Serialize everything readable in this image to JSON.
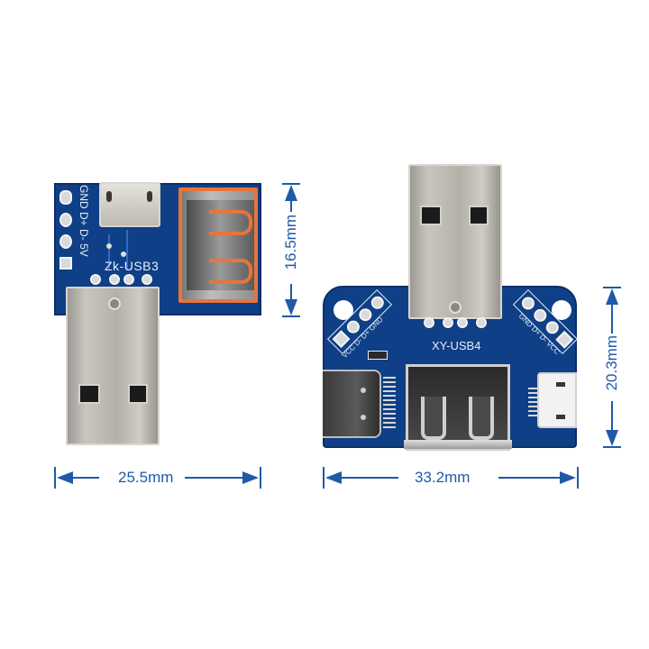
{
  "image": {
    "description": "Product photo of two USB adapter breakout boards with dimension annotations",
    "background": "#ffffff"
  },
  "board_left": {
    "label": "Zk-USB3",
    "pin_labels": [
      "GND",
      "D+",
      "D-",
      "5V"
    ],
    "pcb_color": "#0f3f86",
    "connectors": [
      "micro-usb-port",
      "usb-a-female-port",
      "usb-a-male-plug"
    ]
  },
  "board_right": {
    "label": "XY-USB4",
    "pin_labels_left": [
      "GND",
      "D+",
      "D-",
      "VCC"
    ],
    "pin_labels_right": [
      "GND",
      "D+",
      "D-",
      "VCC"
    ],
    "pcb_color": "#0f3f86",
    "connectors": [
      "usb-a-male-plug",
      "usb-c-port",
      "usb-a-female-port",
      "micro-usb-port"
    ]
  },
  "dimensions": {
    "left_width": "25.5mm",
    "left_height": "16.5mm",
    "right_width": "33.2mm",
    "right_height": "20.3mm",
    "color": "#1f5aa8"
  }
}
